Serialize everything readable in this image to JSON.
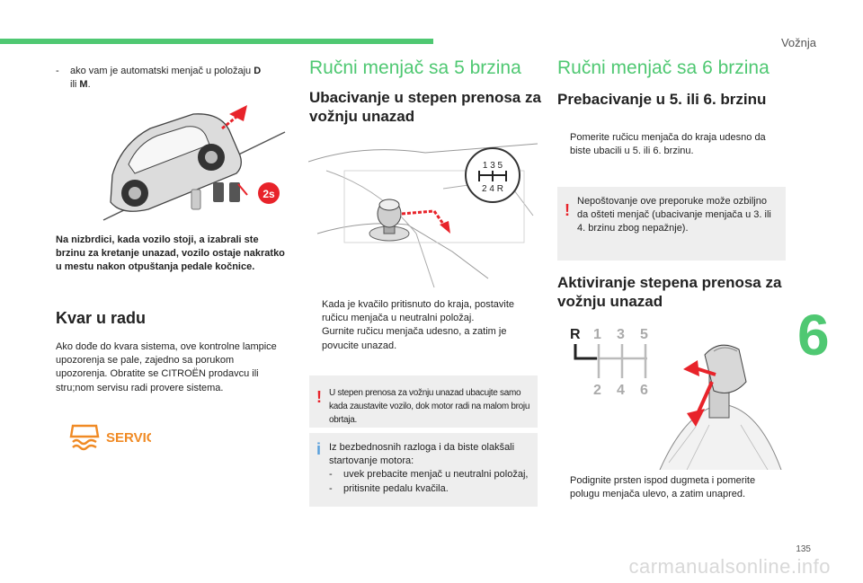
{
  "header": {
    "section": "Vožnja",
    "chapter": "6",
    "page": "135"
  },
  "col1": {
    "intro_dash": "-",
    "intro_pre": "ako vam je automatski menjač u položaju",
    "intro_d": "D",
    "intro_or": "ili",
    "intro_m": "M",
    "intro_end": ".",
    "hill_badge": "2s",
    "caption": "Na nizbrdici, kada vozilo stoji, a izabrali ste brzinu za kretanje unazad, vozilo ostaje nakratko u mestu nakon otpuštanja pedale kočnice.",
    "fault_title": "Kvar u radu",
    "fault_text": "Ako dođe do kvara sistema, ove kontrolne lampice upozorenja se pale, zajedno sa porukom upozorenja. Obratite se CITROËN prodavcu ili stru;nom servisu radi provere sistema.",
    "service_label": "SERVICE"
  },
  "col2": {
    "title": "Ručni menjač sa 5 brzina",
    "subtitle": "Ubacivanje u stepen prenosa za vožnju unazad",
    "gate_top": "1 3 5",
    "gate_bottom": "2 4 R",
    "bullet_marker": "",
    "bullets": [
      "Kada je kvačilo pritisnuto do kraja, postavite ručicu menjača u neutralni položaj.",
      "Gurnite ručicu menjača udesno, a zatim je povucite unazad."
    ],
    "warning_mark": "!",
    "warning": "U stepen prenosa za vožnju unazad ubacujte samo kada zaustavite vozilo, dok motor radi na malom broju obrtaja.",
    "info_mark": "i",
    "info_intro": "Iz bezbednosnih razloga i da biste olakšali startovanje motora:",
    "info_dash": "-",
    "info_items": [
      "uvek prebacite menjač u neutralni položaj,",
      "pritisnite pedalu kvačila."
    ]
  },
  "col3": {
    "title": "Ručni menjač sa 6 brzina",
    "subtitle": "Prebacivanje u 5. ili 6. brzinu",
    "bullet1": "Pomerite ručicu menjača do kraja udesno da biste ubacili u 5. ili 6. brzinu.",
    "warning_mark": "!",
    "warning": "Nepoštovanje ove preporuke može ozbiljno da ošteti menjač (ubacivanje menjača u 3. ili 4. brzinu zbog nepažnje).",
    "subtitle2": "Aktiviranje stepena prenosa za vožnju unazad",
    "gate": {
      "r": "R",
      "n1": "1",
      "n3": "3",
      "n5": "5",
      "n2": "2",
      "n4": "4",
      "n6": "6"
    },
    "bullet2": "Podignite prsten ispod dugmeta i pomerite polugu menjača ulevo, a zatim unapred."
  },
  "watermark": "carmanualsonline.info",
  "colors": {
    "accent": "#4fc872",
    "warning": "#e8232a",
    "info": "#5aa0dc",
    "service": "#f08a24"
  }
}
